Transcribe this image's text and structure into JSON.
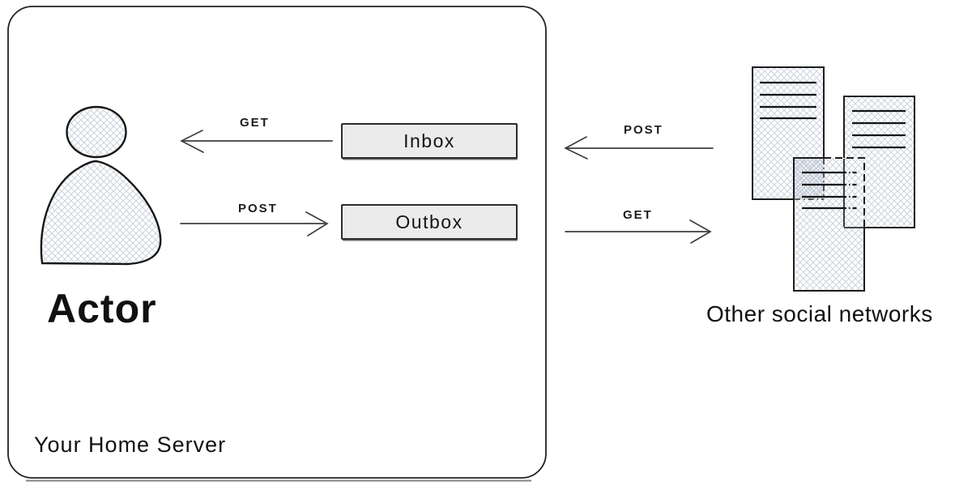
{
  "home_server": {
    "caption": "Your Home Server",
    "actor": {
      "label": "Actor",
      "icon": "person-icon"
    },
    "inbox": {
      "label": "Inbox"
    },
    "outbox": {
      "label": "Outbox"
    },
    "arrows": {
      "get_to_actor": {
        "label": "GET",
        "direction": "left",
        "from": "Inbox",
        "to": "Actor"
      },
      "post_to_outbox": {
        "label": "POST",
        "direction": "right",
        "from": "Actor",
        "to": "Outbox"
      }
    }
  },
  "federation": {
    "post_to_inbox": {
      "label": "POST",
      "direction": "left",
      "to": "Inbox"
    },
    "get_from_outbox": {
      "label": "GET",
      "direction": "right",
      "from": "Outbox"
    },
    "other_networks": {
      "caption": "Other social networks",
      "icon": "documents-stack-icon",
      "document_count": 3,
      "lines_per_document": 4
    }
  },
  "colors": {
    "background": "#ffffff",
    "stroke": "#1f1f1f",
    "box_fill": "#ebebeb",
    "crosshatch": "#ccd4de",
    "crosshatch_dense": "#b7c1cf",
    "arrow": "#3f3f3f"
  }
}
